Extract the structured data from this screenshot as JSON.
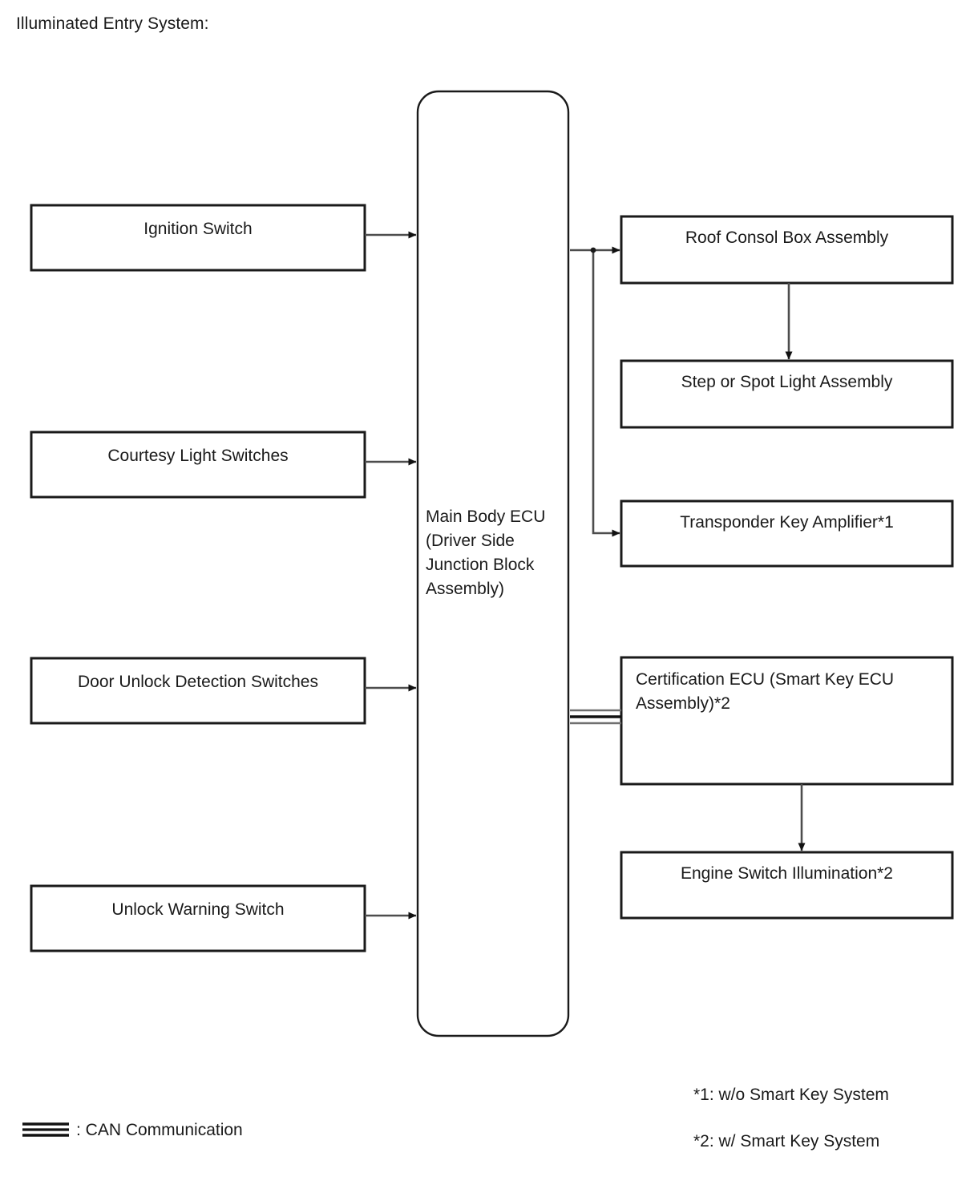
{
  "page": {
    "title": "Illuminated Entry System:"
  },
  "diagram": {
    "type": "block-diagram",
    "inputs": [
      {
        "id": "ignition-switch",
        "label": "Ignition Switch"
      },
      {
        "id": "courtesy-light-switches",
        "label": "Courtesy Light Switches"
      },
      {
        "id": "door-unlock-detection-switches",
        "label": "Door Unlock Detection Switches"
      },
      {
        "id": "unlock-warning-switch",
        "label": "Unlock Warning Switch"
      }
    ],
    "controller": {
      "id": "main-body-ecu",
      "label": "Main Body ECU\n(Driver Side\nJunction Block\nAssembly)"
    },
    "outputs": [
      {
        "id": "roof-consol-box-assembly",
        "label": "Roof Consol Box Assembly"
      },
      {
        "id": "step-or-spot-light-assembly",
        "label": "Step or Spot Light Assembly"
      },
      {
        "id": "transponder-key-amplifier",
        "label": "Transponder Key Amplifier*1"
      },
      {
        "id": "certification-ecu",
        "label": "Certification ECU (Smart Key ECU\nAssembly)*2"
      },
      {
        "id": "engine-switch-illumination",
        "label": "Engine Switch Illumination*2"
      }
    ],
    "connections": [
      {
        "from": "ignition-switch",
        "to": "main-body-ecu",
        "style": "arrow"
      },
      {
        "from": "courtesy-light-switches",
        "to": "main-body-ecu",
        "style": "arrow"
      },
      {
        "from": "door-unlock-detection-switches",
        "to": "main-body-ecu",
        "style": "arrow"
      },
      {
        "from": "unlock-warning-switch",
        "to": "main-body-ecu",
        "style": "arrow"
      },
      {
        "from": "main-body-ecu",
        "to": "roof-consol-box-assembly",
        "style": "arrow"
      },
      {
        "from": "main-body-ecu",
        "to": "transponder-key-amplifier",
        "style": "arrow"
      },
      {
        "from": "roof-consol-box-assembly",
        "to": "step-or-spot-light-assembly",
        "style": "arrow"
      },
      {
        "from": "main-body-ecu",
        "to": "certification-ecu",
        "style": "can"
      },
      {
        "from": "certification-ecu",
        "to": "engine-switch-illumination",
        "style": "arrow"
      }
    ]
  },
  "legend": {
    "can_label": ": CAN Communication",
    "can_symbol": "triple-line"
  },
  "footnotes": [
    {
      "id": "footnote-1",
      "text": "*1: w/o Smart Key System"
    },
    {
      "id": "footnote-2",
      "text": "*2: w/ Smart Key System"
    }
  ],
  "colors": {
    "stroke": "#1a1a1a",
    "connector": "#4d4d4d",
    "background": "#ffffff"
  }
}
